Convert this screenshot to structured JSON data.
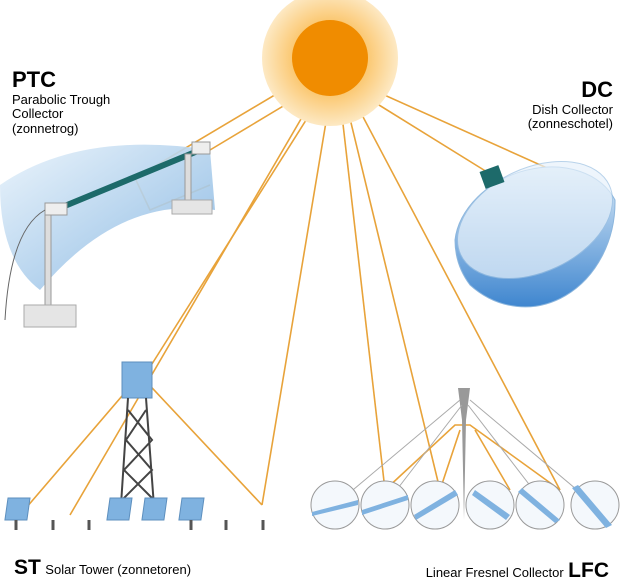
{
  "labels": {
    "ptc": {
      "abbr": "PTC",
      "line1": "Parabolic Trough",
      "line2": "Collector",
      "line3": "(zonnetrog)"
    },
    "dc": {
      "abbr": "DC",
      "line1": "Dish Collector",
      "line2": "(zonneschotel)"
    },
    "st": {
      "abbr": "ST",
      "name": "Solar Tower (zonnetoren)"
    },
    "lfc": {
      "abbr": "LFC",
      "name": "Linear Fresnel Collector"
    }
  },
  "colors": {
    "sun_core": "#f08c00",
    "sun_glow": "#fbd48a",
    "ray": "#e8a33a",
    "mirror": "#a9cdec",
    "receiver": "#1d6a6a"
  }
}
